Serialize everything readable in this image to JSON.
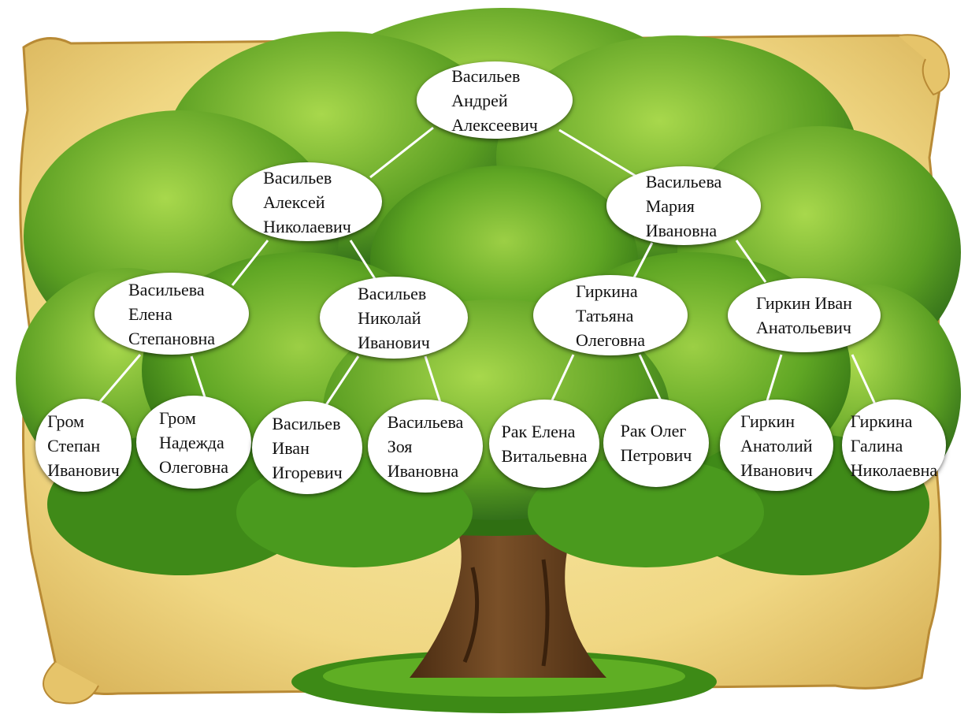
{
  "colors": {
    "parchment": "#f2dc8e",
    "parchment_edge": "#c9a24a",
    "leaf_dark": "#2f6f12",
    "leaf_mid": "#4f9a1c",
    "leaf_light": "#8cc63a",
    "trunk": "#6e4622",
    "trunk_dark": "#4a2c12",
    "link": "#ffffff",
    "node_fill": "#ffffff"
  },
  "tree": {
    "root": {
      "name": "Васильев\nАндрей\nАлексеевич"
    },
    "father": {
      "name": "Васильев\nАлексей\nНиколаевич"
    },
    "mother": {
      "name": "Васильева\nМария\nИвановна"
    },
    "paternal_grandmother": {
      "name": "Васильева\nЕлена\nСтепановна"
    },
    "paternal_grandfather": {
      "name": "Васильев\nНиколай\nИванович"
    },
    "maternal_grandmother": {
      "name": "Гиркина\nТатьяна\nОлеговна"
    },
    "maternal_grandfather": {
      "name": "Гиркин Иван\nАнатольевич"
    },
    "ggp_1": {
      "name": "Гром\nСтепан\nИванович"
    },
    "ggp_2": {
      "name": "Гром\nНадежда\nОлеговна"
    },
    "ggp_3": {
      "name": "Васильев\nИван\nИгоревич"
    },
    "ggp_4": {
      "name": "Васильева\nЗоя\nИвановна"
    },
    "ggp_5": {
      "name": "Рак Елена\nВитальевна"
    },
    "ggp_6": {
      "name": "Рак Олег\nПетрович"
    },
    "ggp_7": {
      "name": "Гиркин\nАнатолий\nИванович"
    },
    "ggp_8": {
      "name": "Гиркина\nГалина\nНиколаевна"
    }
  }
}
